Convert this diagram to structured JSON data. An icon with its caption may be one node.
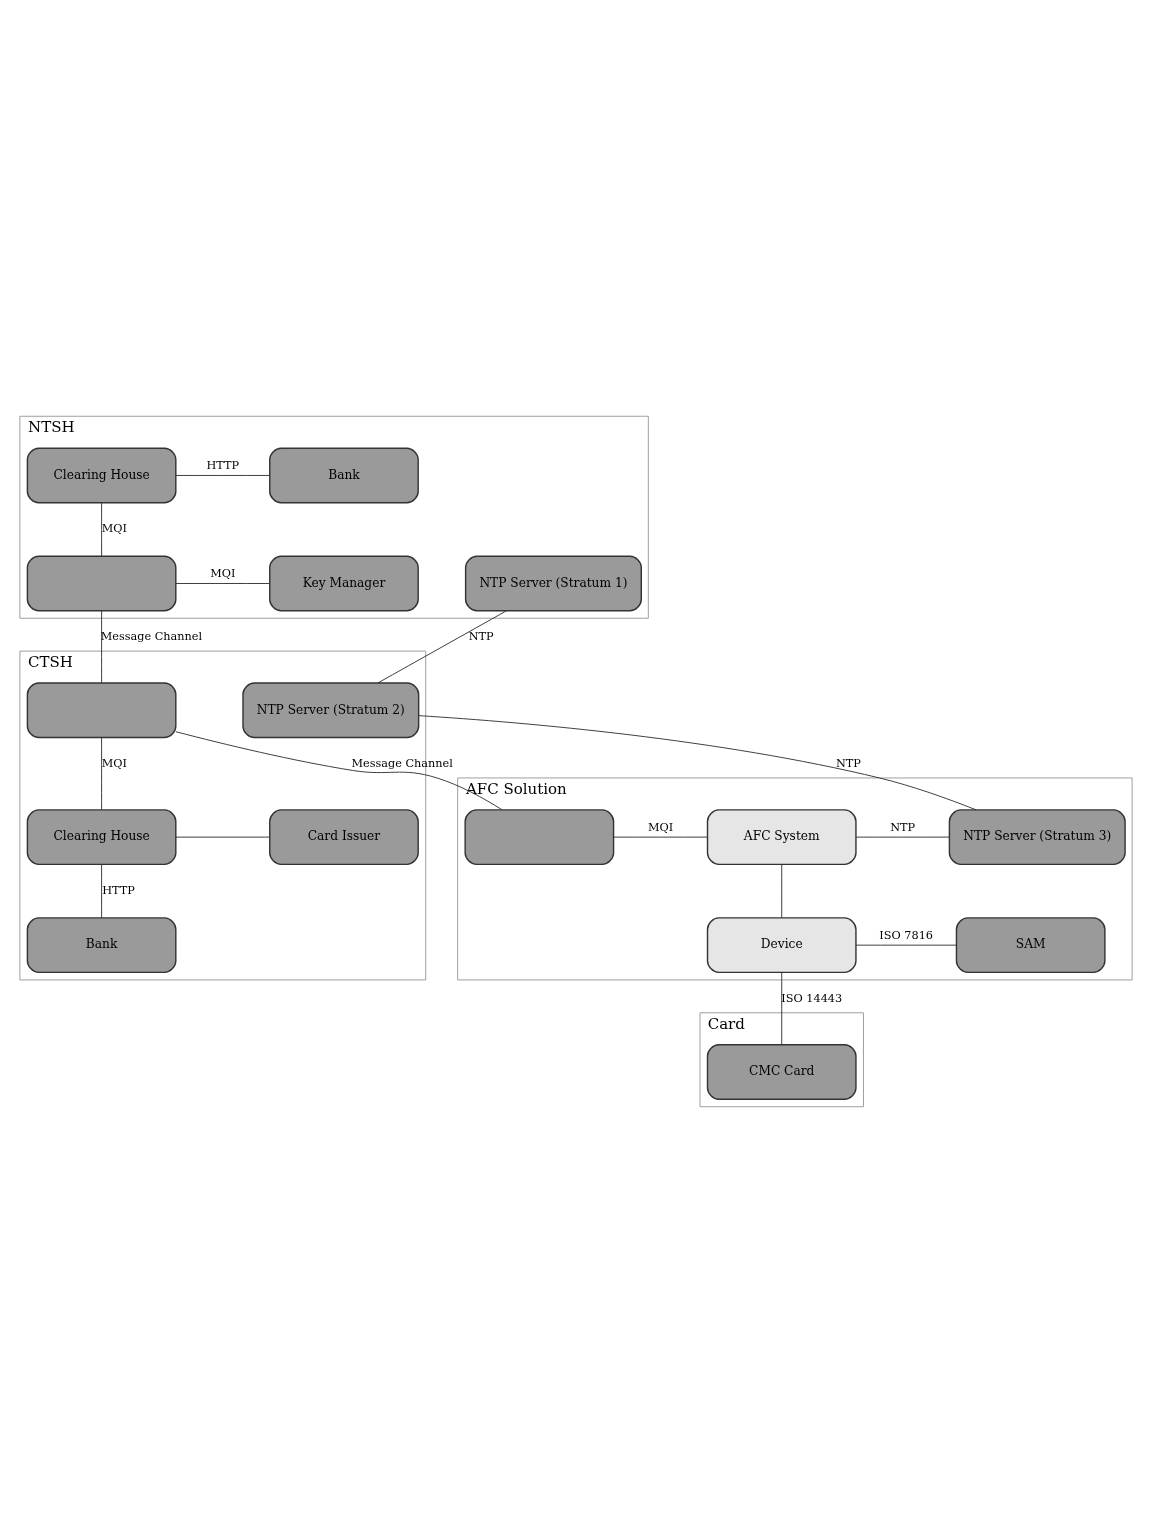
{
  "diagram": {
    "nodes": [
      {
        "text": [
          "NTSH"
        ]
      },
      {
        "text": [
          "Clearing House"
        ],
        "in": 0
      },
      {
        "text": [
          "Bank"
        ],
        "in": 0
      },
      {
        "text": [],
        "shape": "box",
        "in": 0
      },
      {
        "text": [
          "Key Manager"
        ],
        "in": 0
      },
      {
        "text": [
          "NTP Server (Stratum 1)"
        ],
        "in": 0
      },
      {
        "text": [
          "CTSH"
        ]
      },
      {
        "text": [
          "Clearing House"
        ],
        "in": 6
      },
      {
        "text": [
          "Card Issuer"
        ],
        "in": 6
      },
      {
        "text": [],
        "shape": "box",
        "in": 6
      },
      {
        "text": [
          "Bank"
        ],
        "in": 6
      },
      {
        "text": [
          "NTP Server (Stratum 2)"
        ],
        "in": 6
      },
      {
        "text": [
          "AFC Solution"
        ]
      },
      {
        "text": [],
        "shape": "box",
        "in": 12
      },
      {
        "text": [
          "AFC System"
        ],
        "in": 12
      },
      {
        "text": [
          "NTP Server (Stratum 3)"
        ],
        "in": 12
      },
      {
        "text": [
          "Device"
        ],
        "in": 12
      },
      {
        "text": [
          "SAM"
        ],
        "in": 12
      },
      {
        "text": [
          "Card"
        ]
      },
      {
        "text": [
          "CMC Card"
        ],
        "in": 18
      }
    ],
    "edges": [
      {
        "from": 1,
        "to": 2,
        "arrow": "none",
        "label": "HTTP"
      },
      {
        "from": 1,
        "to": 3,
        "arrow": "none",
        "label": "MQI"
      },
      {
        "from": 3,
        "to": 4,
        "arrow": "none",
        "label": "MQI"
      },
      {
        "from": 3,
        "to": 9,
        "arrow": "none",
        "label": "Message Channel"
      },
      {
        "from": 9,
        "to": 7,
        "arrow": "none",
        "label": "MQI"
      },
      {
        "from": 7,
        "to": 8,
        "arrow": "none"
      },
      {
        "from": 7,
        "to": 10,
        "arrow": "none",
        "label": "HTTP"
      },
      {
        "from": 9,
        "to": 13,
        "arrow": "none",
        "label": "Message Channel"
      },
      {
        "from": 5,
        "to": 11,
        "arrow": "none",
        "label": "NTP"
      },
      {
        "from": 11,
        "to": 15,
        "arrow": "none",
        "label": "NTP"
      },
      {
        "from": 13,
        "to": 14,
        "arrow": "none",
        "label": "MQI"
      },
      {
        "from": 14,
        "to": 15,
        "arrow": "none",
        "label": "NTP"
      },
      {
        "from": 14,
        "to": 16,
        "arrow": "none"
      },
      {
        "from": 16,
        "to": 17,
        "arrow": "none",
        "label": "ISO 7816"
      },
      {
        "from": 16,
        "to": 19,
        "arrow": "none",
        "label": "ISO 14443"
      }
    ]
  }
}
